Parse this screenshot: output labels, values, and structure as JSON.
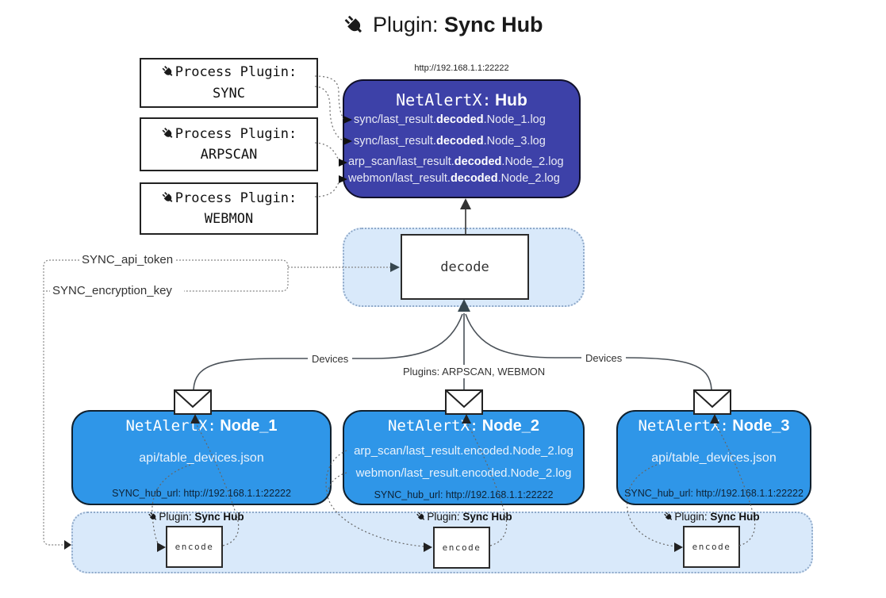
{
  "title": {
    "prefix": "Plugin:",
    "name": "Sync Hub"
  },
  "process_plugins": [
    {
      "label": "Process Plugin:",
      "name": "SYNC"
    },
    {
      "label": "Process Plugin:",
      "name": "ARPSCAN"
    },
    {
      "label": "Process Plugin:",
      "name": "WEBMON"
    }
  ],
  "hub": {
    "url": "http://192.168.1.1:22222",
    "title_prefix": "NetAlertX:",
    "title_name": "Hub",
    "logs": [
      {
        "pre": "sync/last_result.",
        "mid": "decoded",
        "post": ".Node_1.log"
      },
      {
        "pre": "sync/last_result.",
        "mid": "decoded",
        "post": ".Node_3.log"
      },
      {
        "pre": "arp_scan/last_result.",
        "mid": "decoded",
        "post": ".Node_2.log"
      },
      {
        "pre": "webmon/last_result.",
        "mid": "decoded",
        "post": ".Node_2.log"
      }
    ]
  },
  "decode": {
    "label": "decode"
  },
  "secrets": {
    "api_token": "SYNC_api_token",
    "encryption_key": "SYNC_encryption_key"
  },
  "edge_labels": {
    "devices_left": "Devices",
    "plugins_middle": "Plugins: ARPSCAN, WEBMON",
    "devices_right": "Devices"
  },
  "nodes": [
    {
      "title_prefix": "NetAlertX:",
      "title_name": "Node_1",
      "files": [
        "api/table_devices.json"
      ],
      "hub_url": "SYNC_hub_url: http://192.168.1.1:22222"
    },
    {
      "title_prefix": "NetAlertX:",
      "title_name": "Node_2",
      "files": [
        "arp_scan/last_result.encoded.Node_2.log",
        "webmon/last_result.encoded.Node_2.log"
      ],
      "hub_url": "SYNC_hub_url: http://192.168.1.1:22222"
    },
    {
      "title_prefix": "NetAlertX:",
      "title_name": "Node_3",
      "files": [
        "api/table_devices.json"
      ],
      "hub_url": "SYNC_hub_url: http://192.168.1.1:22222"
    }
  ],
  "band": {
    "plugin_prefix": "Plugin:",
    "plugin_name": "Sync Hub",
    "encode_label": "encode"
  },
  "icons": {
    "plug": "plug-icon",
    "envelope": "envelope-icon"
  },
  "colors": {
    "hub_bg": "#3d41a8",
    "node_bg": "#2f96e8",
    "band_bg": "#d9e9fa",
    "band_border": "#8fa9c9",
    "arrow_dark": "#37474f"
  }
}
